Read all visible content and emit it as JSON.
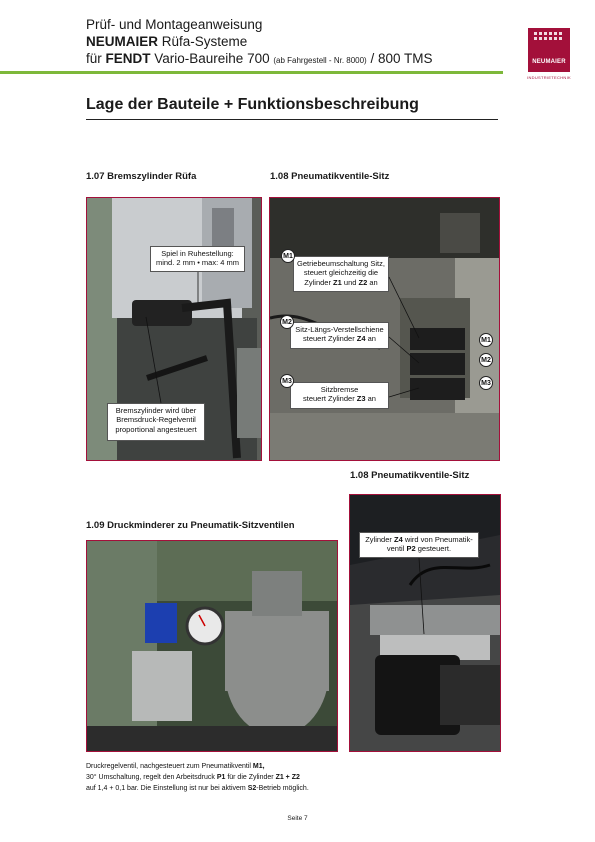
{
  "header": {
    "line1": "Prüf- und Montageanweisung",
    "line2_bold": "NEUMAIER",
    "line2_rest": " Rüfa-Systeme",
    "line3_pre": "für ",
    "line3_bold": "FENDT",
    "line3_mid": " Vario-Baureihe 700 ",
    "line3_small": "(ab Fahrgestell - Nr. 8000)",
    "line3_end": " / 800 TMS"
  },
  "logo": {
    "name": "NEUMAIER",
    "subtitle": "INDUSTRIETECHNIK",
    "color": "#a3103a"
  },
  "page_title": "Lage der Bauteile + Funktionsbeschreibung",
  "sections": {
    "s107": {
      "heading": "1.07  Bremszylinder Rüfa",
      "callout1_l1": "Spiel in Ruhestellung:",
      "callout1_l2": "mind. 2 mm • max: 4 mm",
      "callout2_l1": "Bremszylinder wird über",
      "callout2_l2": "Bremsdruck-Regelventil",
      "callout2_l3": "proportional angesteuert"
    },
    "s108a": {
      "heading": "1.08  Pneumatikventile-Sitz",
      "markers": [
        "M1",
        "M2",
        "M3",
        "M1",
        "M2",
        "M3"
      ],
      "c1_l1": "Getriebeumschaltung Sitz,",
      "c1_l2": "steuert gleichzeitig die",
      "c1_l3a": "Zylinder ",
      "c1_l3b": "Z1",
      "c1_l3c": " und ",
      "c1_l3d": "Z2",
      "c1_l3e": " an",
      "c2_l1": "Sitz-Längs-Verstellschiene",
      "c2_l2a": "steuert Zylinder ",
      "c2_l2b": "Z4",
      "c2_l2c": " an",
      "c3_l1": "Sitzbremse",
      "c3_l2a": "steuert Zylinder ",
      "c3_l2b": "Z3",
      "c3_l2c": " an"
    },
    "s108b": {
      "heading": "1.08  Pneumatikventile-Sitz",
      "c_l1a": "Zylinder ",
      "c_l1b": "Z4",
      "c_l1c": " wird von Pneumatik-",
      "c_l2a": "ventil ",
      "c_l2b": "P2",
      "c_l2c": " gesteuert."
    },
    "s109": {
      "heading": "1.09  Druckminderer zu Pneumatik-Sitzventilen"
    }
  },
  "caption": {
    "l1a": "Druckregelventil, nachgesteuert zum Pneumatikventil ",
    "l1b": "M1,",
    "l2a": "30° Umschaltung, regelt den Arbeitsdruck ",
    "l2b": "P1",
    "l2c": " für die Zylinder ",
    "l2d": "Z1 + Z2",
    "l3a": "auf 1,4 + 0,1 bar. Die Einstellung ist nur bei aktivem ",
    "l3b": "S2",
    "l3c": "-Betrieb möglich."
  },
  "page_number": "Seite 7"
}
